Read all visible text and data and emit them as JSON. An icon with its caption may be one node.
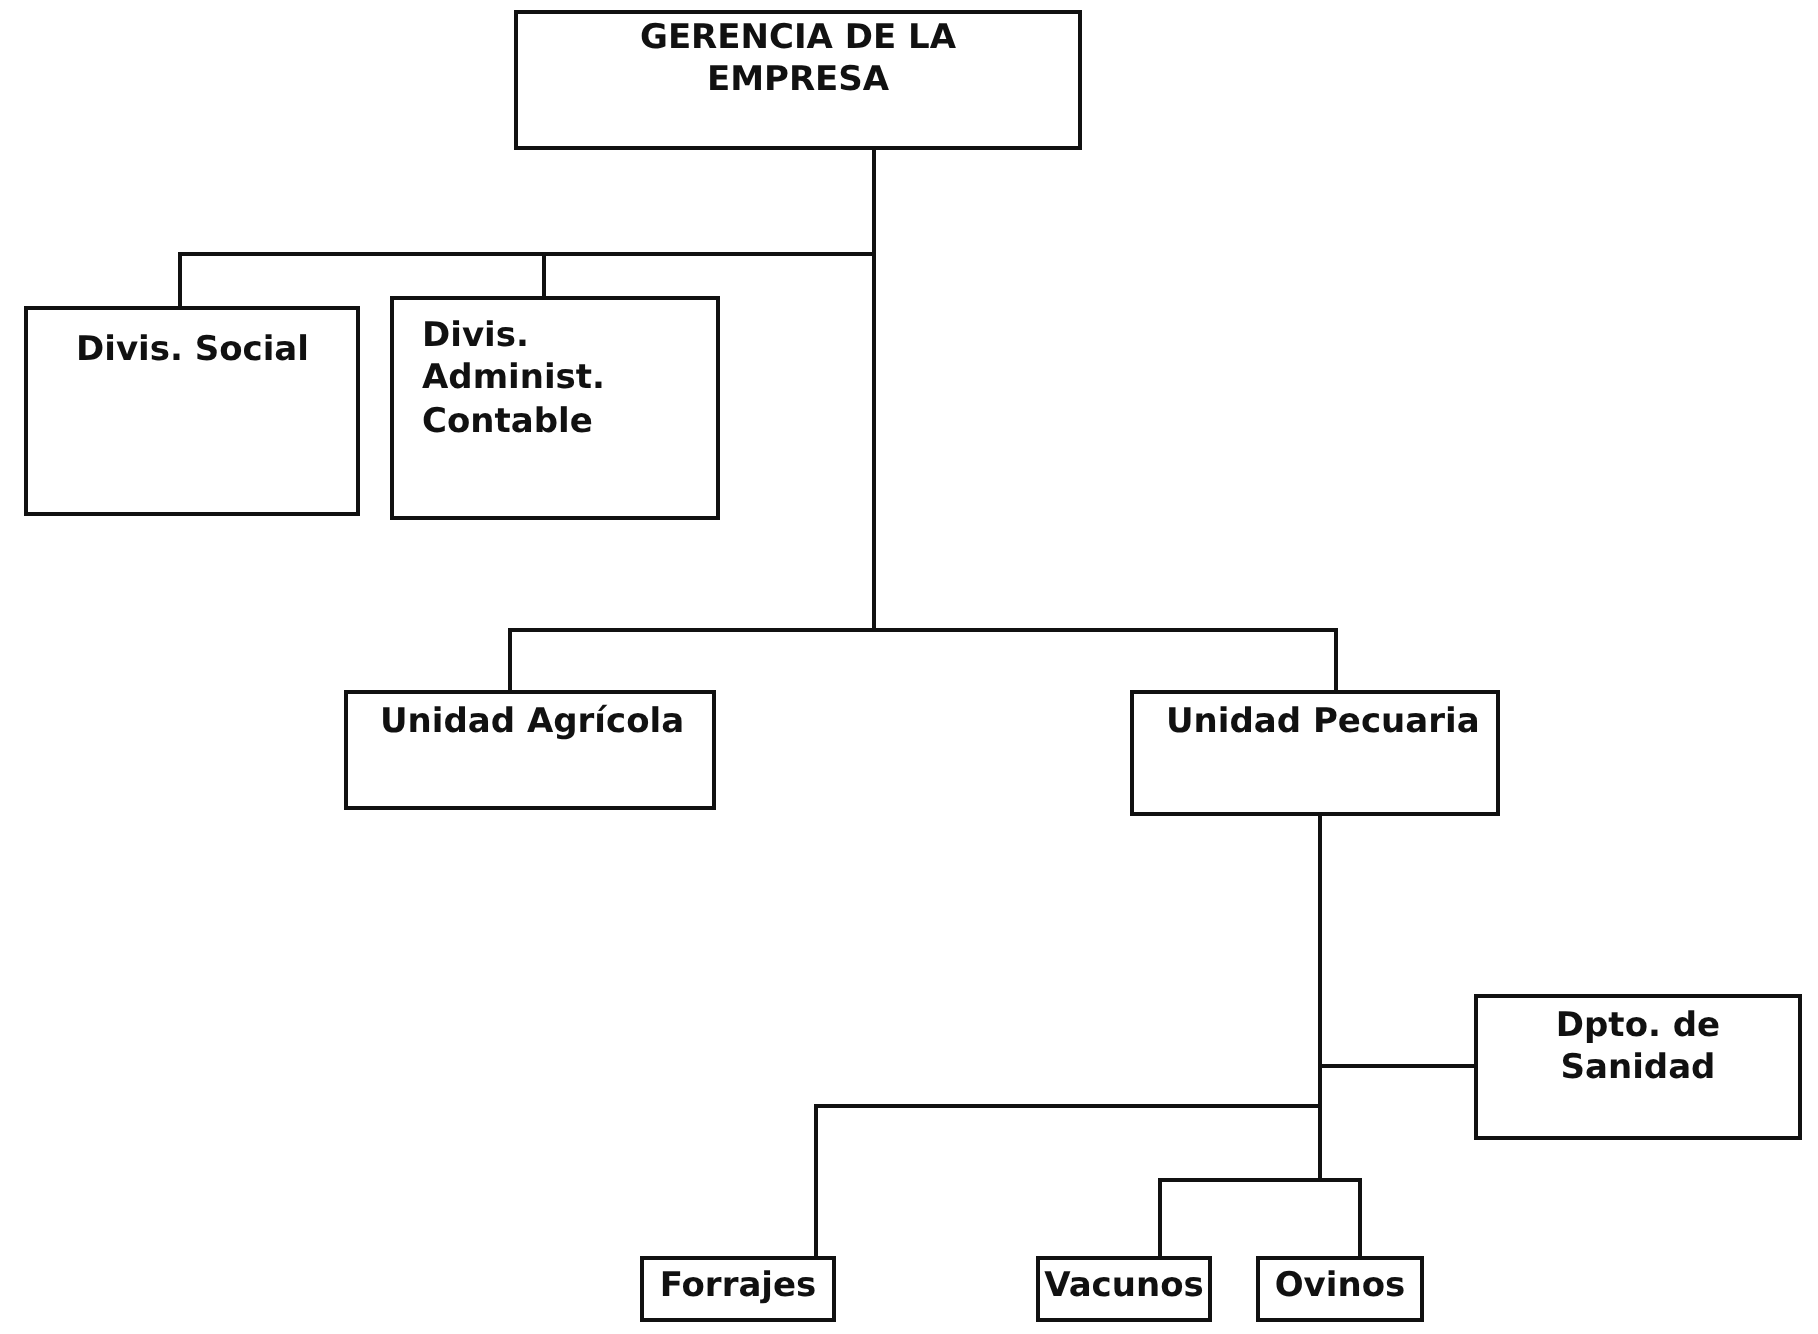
{
  "diagram": {
    "nodes": [
      {
        "text": [
          "GERENCIA DE LA EMPRESA"
        ]
      },
      {
        "text": [
          "Divis. Social"
        ]
      },
      {
        "text": [
          "Divis. Administ. Contable"
        ]
      },
      {
        "text": [
          "Unidad Agrícola"
        ]
      },
      {
        "text": [
          "Unidad Pecuaria"
        ]
      },
      {
        "text": [
          "Dpto. de Sanidad"
        ]
      },
      {
        "text": [
          "Forrajes"
        ]
      },
      {
        "text": [
          "Vacunos"
        ]
      },
      {
        "text": [
          "Ovinos"
        ]
      }
    ],
    "edges": [
      {
        "from": 0,
        "to": 1,
        "arrow": "none"
      },
      {
        "from": 0,
        "to": 2,
        "arrow": "none"
      },
      {
        "from": 0,
        "to": 3,
        "arrow": "none"
      },
      {
        "from": 0,
        "to": 4,
        "arrow": "none"
      },
      {
        "from": 4,
        "to": 5,
        "arrow": "none"
      },
      {
        "from": 4,
        "to": 6,
        "arrow": "none"
      },
      {
        "from": 4,
        "to": 7,
        "arrow": "none"
      },
      {
        "from": 4,
        "to": 8,
        "arrow": "none"
      }
    ]
  }
}
